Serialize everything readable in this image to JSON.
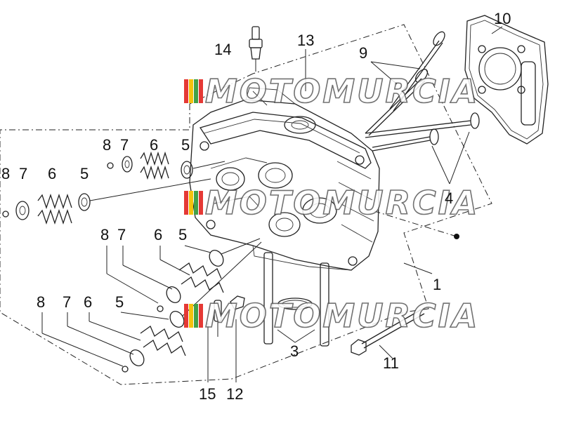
{
  "watermark": "MOTOMURCIA",
  "callouts": {
    "c1": "1",
    "c3": "3",
    "c4": "4",
    "c5a": "5",
    "c5b": "5",
    "c5c": "5",
    "c5d": "5",
    "c6a": "6",
    "c6b": "6",
    "c6c": "6",
    "c6d": "6",
    "c7a": "7",
    "c7b": "7",
    "c7c": "7",
    "c7d": "7",
    "c8a": "8",
    "c8b": "8",
    "c8c": "8",
    "c8d": "8",
    "c9": "9",
    "c10": "10",
    "c11": "11",
    "c12": "12",
    "c13": "13",
    "c14": "14",
    "c15": "15"
  },
  "colors": {
    "line": "#222222",
    "watermark_stroke": "#5a5a5a",
    "flag_red": "#e53935",
    "flag_yellow": "#f4c20d",
    "flag_green": "#43a047"
  }
}
